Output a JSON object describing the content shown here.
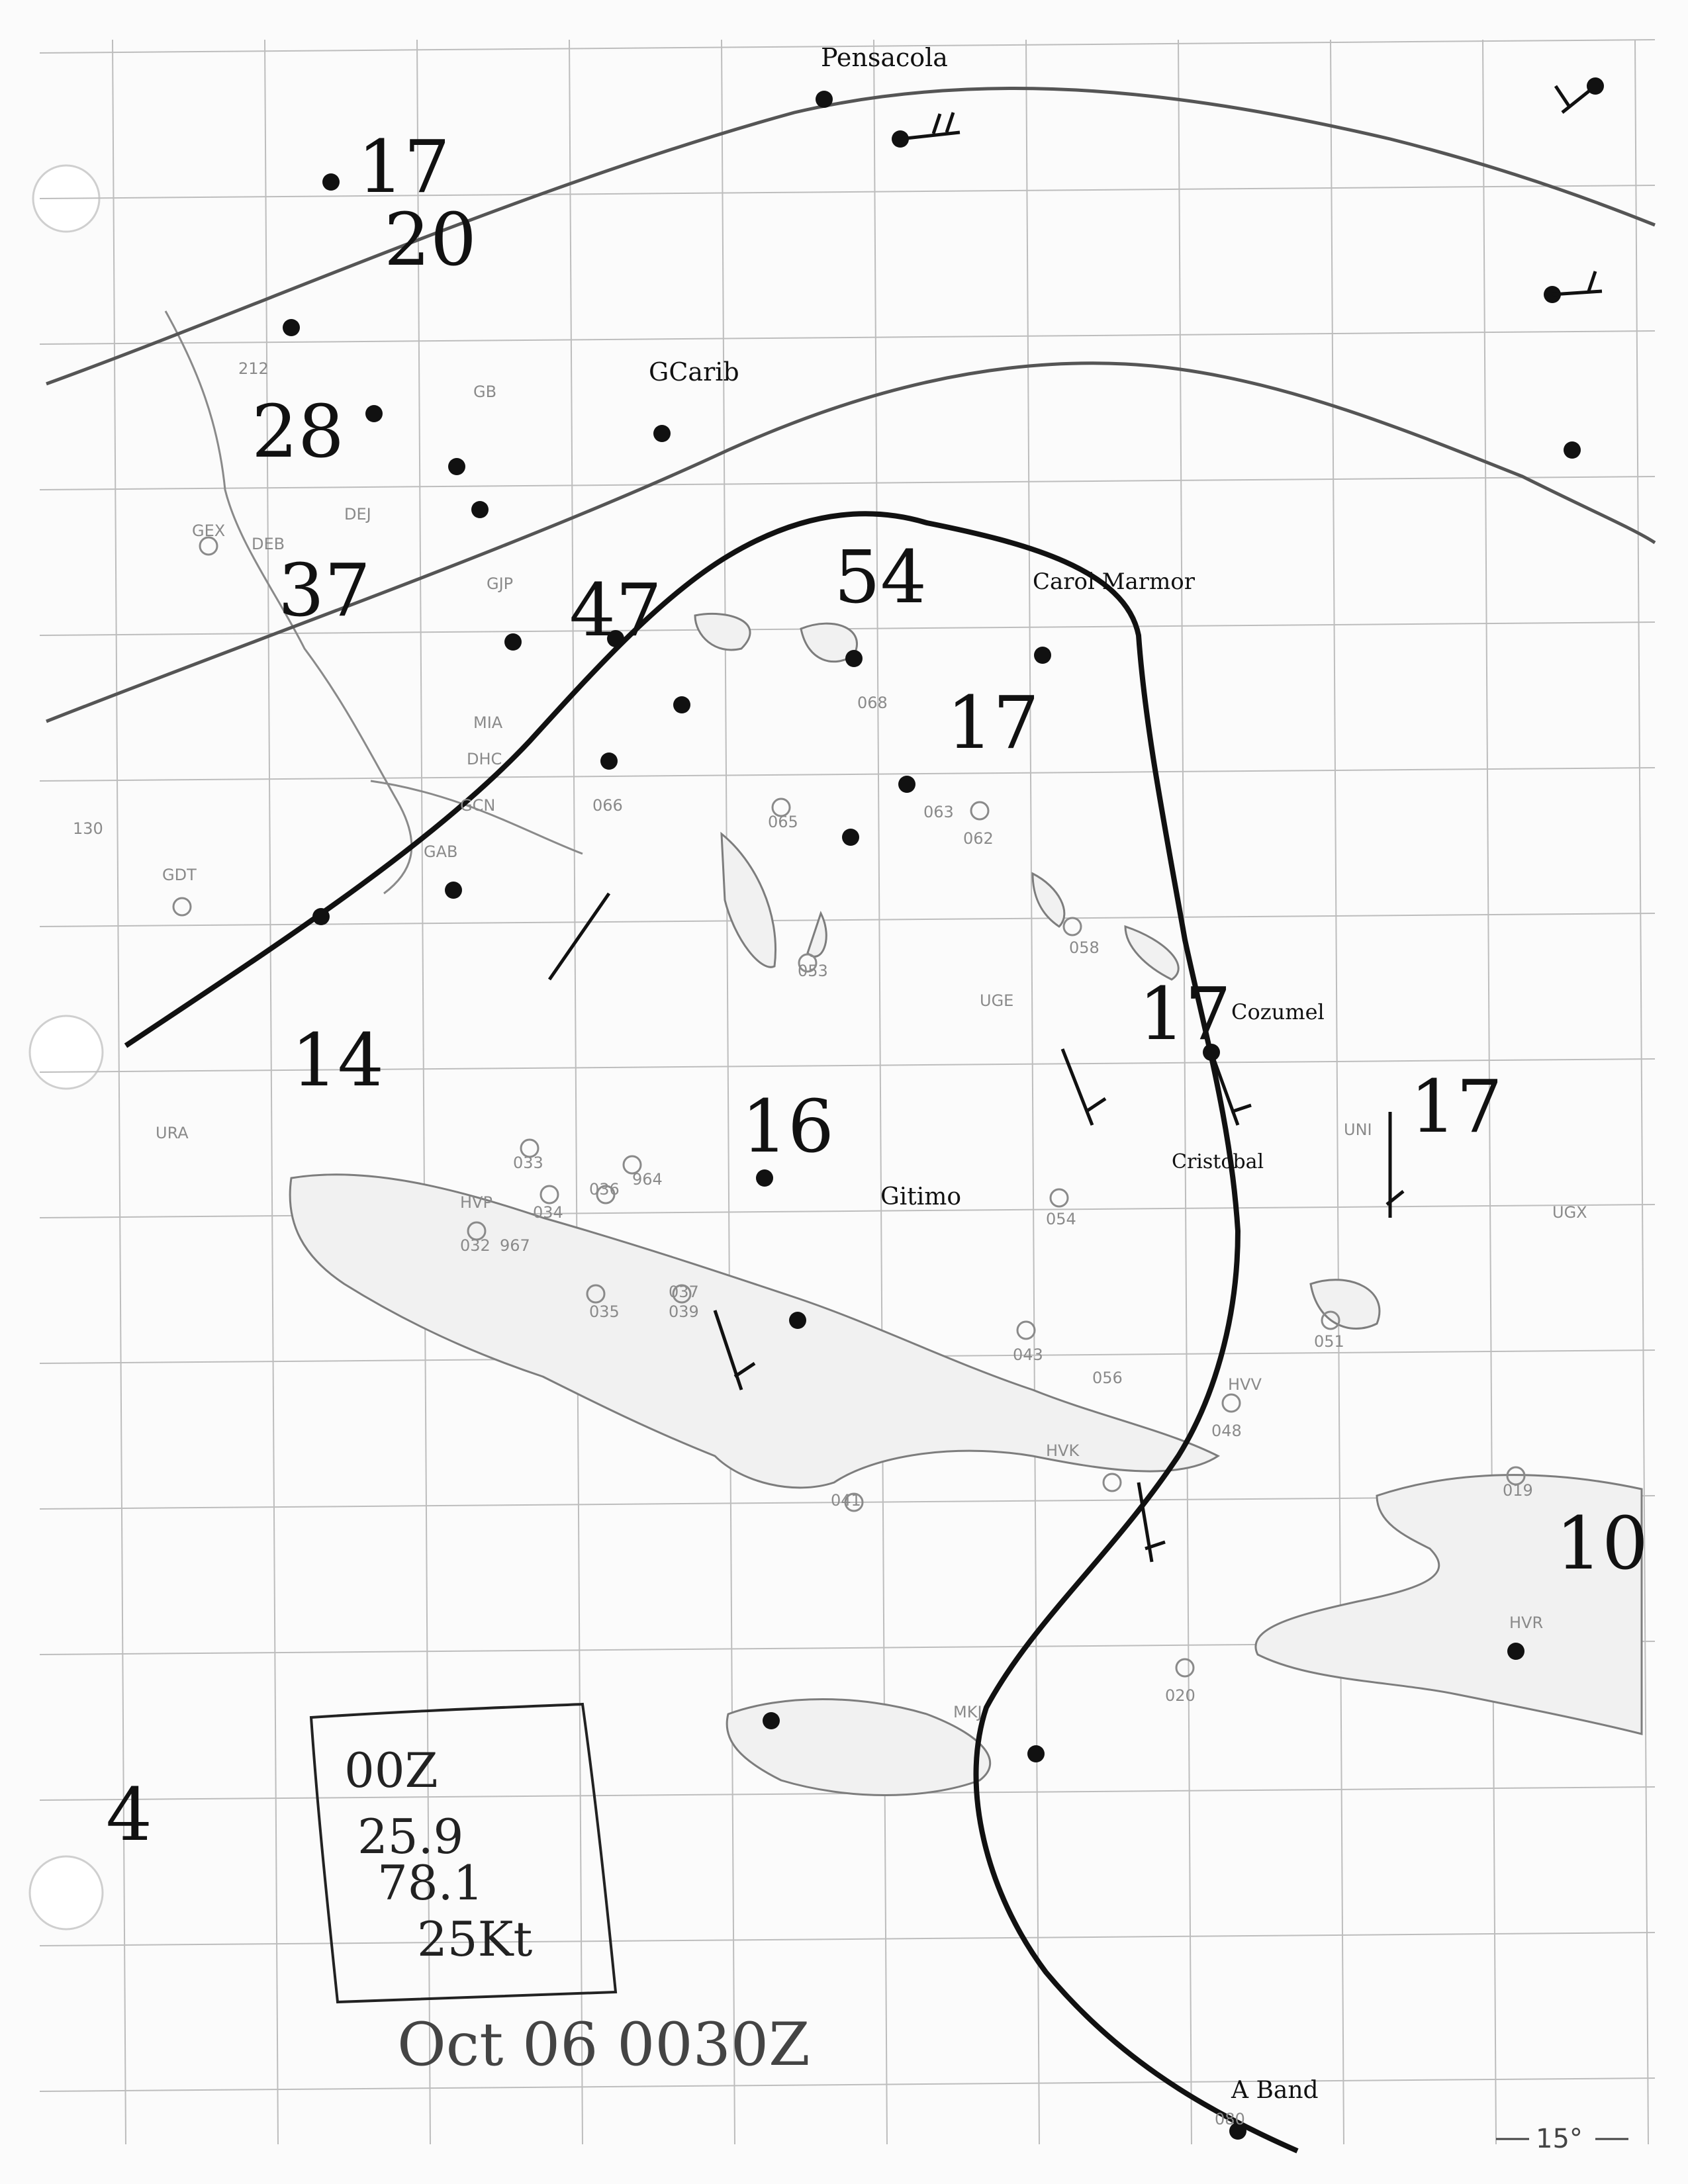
{
  "chart": {
    "annotation_box": [
      "00Z",
      "25.9",
      "78.1",
      "25Kt"
    ],
    "timestamp": "Oct 06 0030Z",
    "latitude_label": "15°"
  },
  "isobar_labels": [
    "17",
    "20",
    "28",
    "37",
    "47",
    "54",
    "17",
    "14",
    "16",
    "17",
    "17",
    "4",
    "10"
  ],
  "station_ids": [
    "DEB",
    "DEJ",
    "GJP",
    "DHC",
    "GCN",
    "GAB",
    "GDT",
    "MIA",
    "GEX",
    "URA",
    "HVP",
    "UGE",
    "UNI",
    "HVK",
    "HVV",
    "HVR",
    "UGX",
    "MKJ",
    "GB"
  ],
  "station_values": [
    "212",
    "033",
    "034",
    "032",
    "967",
    "036",
    "964",
    "065",
    "062",
    "058",
    "054",
    "051",
    "043",
    "041",
    "048",
    "019",
    "020",
    "056",
    "066",
    "068",
    "063",
    "053",
    "039",
    "037",
    "035",
    "080",
    "130"
  ],
  "handwritten_place_notes": [
    "Pensacola",
    "GCarib",
    "Carol Marmor",
    "Cozumel",
    "Gitimo",
    "Cristobal",
    "A Band"
  ]
}
